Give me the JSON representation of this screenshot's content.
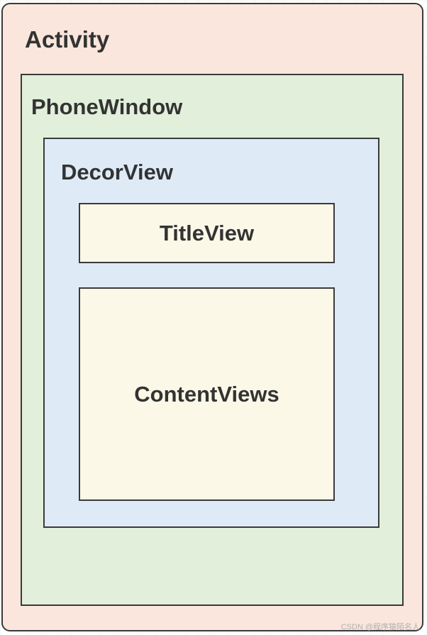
{
  "diagram": {
    "activity": {
      "label": "Activity"
    },
    "phone_window": {
      "label": "PhoneWindow"
    },
    "decor_view": {
      "label": "DecorView"
    },
    "title_view": {
      "label": "TitleView"
    },
    "content_views": {
      "label": "ContentViews"
    }
  },
  "watermark": "CSDN @程序猿陌名人",
  "colors": {
    "activity_fill": "#fae6dc",
    "phone_window_fill": "#e2efdb",
    "decor_view_fill": "#deebf6",
    "view_fill": "#fcf8e8",
    "border": "#3a3a3a",
    "text": "#333333"
  }
}
